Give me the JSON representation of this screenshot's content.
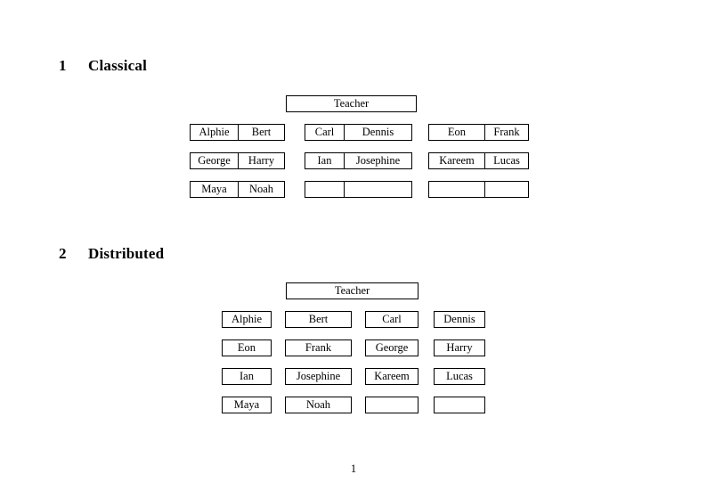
{
  "document": {
    "page_number": "1"
  },
  "sections": [
    {
      "number": "1",
      "title": "Classical",
      "teacher": {
        "label": "Teacher"
      },
      "groups_per_row": 3,
      "rows": [
        {
          "groups": [
            {
              "cells": [
                "Alphie",
                "Bert"
              ]
            },
            {
              "cells": [
                "Carl",
                "Dennis"
              ]
            },
            {
              "cells": [
                "Eon",
                "Frank"
              ]
            }
          ]
        },
        {
          "groups": [
            {
              "cells": [
                "George",
                "Harry"
              ]
            },
            {
              "cells": [
                "Ian",
                "Josephine"
              ]
            },
            {
              "cells": [
                "Kareem",
                "Lucas"
              ]
            }
          ]
        },
        {
          "groups": [
            {
              "cells": [
                "Maya",
                "Noah"
              ]
            },
            {
              "cells": [
                "",
                ""
              ]
            },
            {
              "cells": [
                "",
                ""
              ]
            }
          ]
        }
      ]
    },
    {
      "number": "2",
      "title": "Distributed",
      "teacher": {
        "label": "Teacher"
      },
      "columns": 4,
      "rows": [
        {
          "cells": [
            "Alphie",
            "Bert",
            "Carl",
            "Dennis"
          ]
        },
        {
          "cells": [
            "Eon",
            "Frank",
            "George",
            "Harry"
          ]
        },
        {
          "cells": [
            "Ian",
            "Josephine",
            "Kareem",
            "Lucas"
          ]
        },
        {
          "cells": [
            "Maya",
            "Noah",
            "",
            ""
          ]
        }
      ]
    }
  ],
  "style": {
    "border_color": "#000000",
    "page_background": "#ffffff",
    "text_color": "#000000"
  }
}
